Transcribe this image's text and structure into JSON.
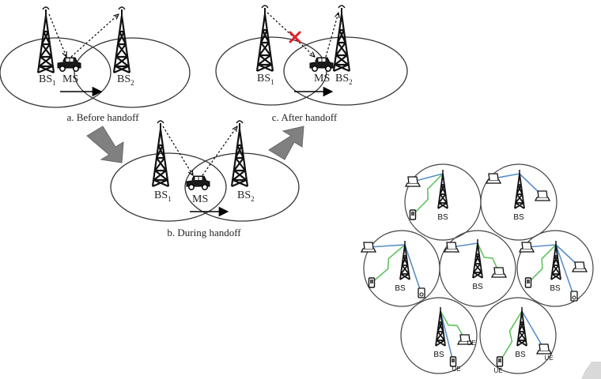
{
  "handoff": {
    "before": {
      "caption": "a. Before handoff",
      "bs1": "BS",
      "bs2": "BS",
      "sub1": "1",
      "sub2": "2",
      "ms": "MS"
    },
    "during": {
      "caption": "b. During handoff",
      "bs1": "BS",
      "bs2": "BS",
      "sub1": "1",
      "sub2": "2",
      "ms": "MS"
    },
    "after": {
      "caption": "c. After handoff",
      "bs1": "BS",
      "bs2": "BS",
      "sub1": "1",
      "sub2": "2",
      "ms": "MS"
    }
  },
  "cells": {
    "bs_label": "BS",
    "ue_label": "UE"
  },
  "colors": {
    "ellipse_stroke": "#333333",
    "tower": "#111111",
    "arrow_fill": "#808080",
    "cut_mark": "#e0202a",
    "link_blue": "#5a8fc8",
    "link_green": "#5fc35f"
  },
  "icons": {
    "tower": "radio-tower-icon",
    "car": "car-icon",
    "phone": "phone-icon",
    "laptop": "laptop-icon",
    "speaker": "speaker-icon"
  }
}
